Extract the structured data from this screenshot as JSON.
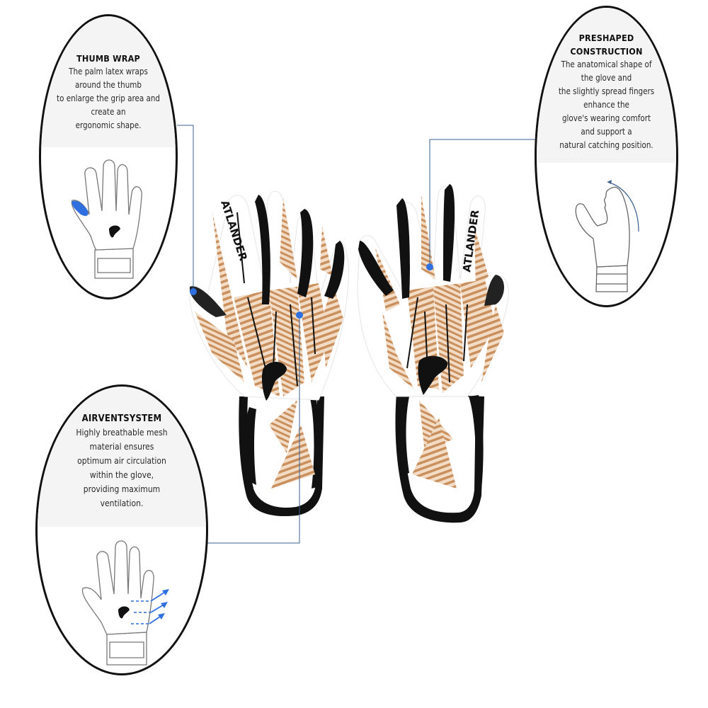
{
  "callouts": {
    "thumb_wrap": {
      "title": "THUMB WRAP",
      "lines": [
        "The palm latex wraps",
        "around the thumb",
        "to enlarge the grip area and",
        "create an",
        "ergonomic shape."
      ],
      "illustration": "glove-thumb-highlight-icon",
      "highlight_color": "#2f6fe0"
    },
    "preshaped": {
      "title_lines": [
        "PRESHAPED",
        "CONSTRUCTION"
      ],
      "lines": [
        "The anatomical shape of",
        "the glove and",
        "the slightly spread fingers",
        "enhance the",
        "glove's wearing comfort",
        "and support a",
        "natural catching position."
      ],
      "illustration": "glove-side-curve-arrow-icon"
    },
    "airvent": {
      "title": "AIRVENTSYSTEM",
      "lines": [
        "Highly breathable mesh",
        "material ensures",
        "optimum air circulation",
        "within the glove,",
        "providing maximum",
        "ventilation."
      ],
      "illustration": "glove-airflow-arrows-icon",
      "arrow_color": "#2f6fe0"
    }
  },
  "product": {
    "brand": "ATLANDER",
    "colors": {
      "base": "#ffffff",
      "latex_black": "#111111",
      "accent_copper": "#c98f5c"
    }
  },
  "connectors": {
    "line_color": "#3a5f8f",
    "dot_color": "#2f6fe0"
  }
}
